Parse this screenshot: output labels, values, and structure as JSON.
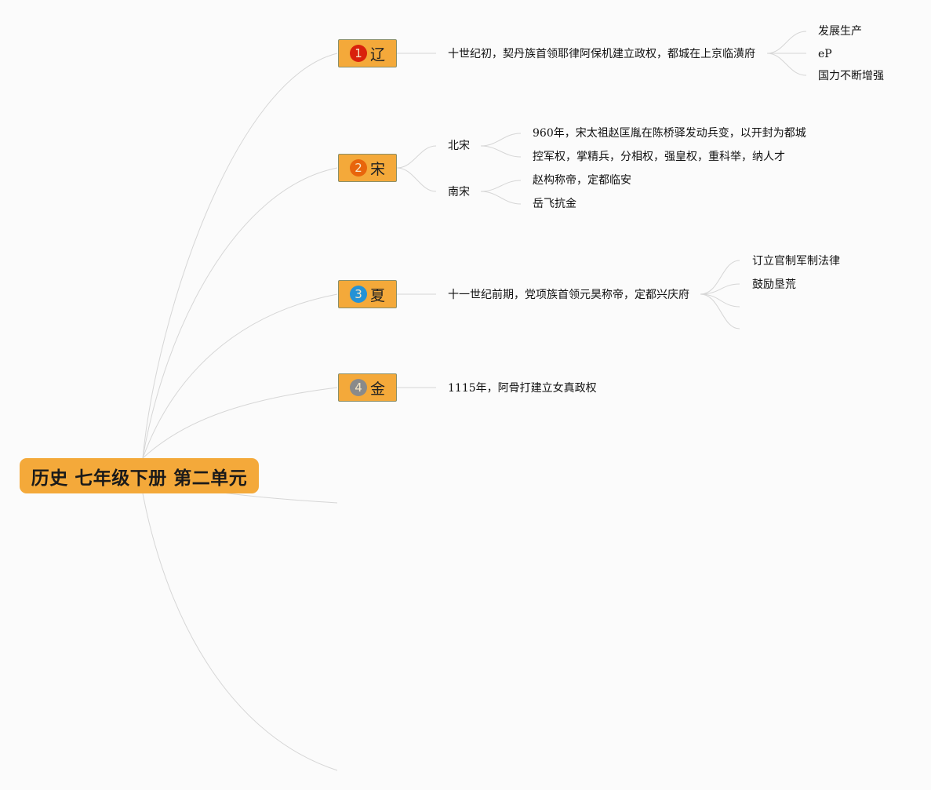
{
  "root": {
    "label": "历史 七年级下册 第二单元"
  },
  "branches": [
    {
      "number": "1",
      "label": "辽",
      "badge_color": "#d9210c",
      "children": [
        {
          "text": "十世纪初，契丹族首领耶律阿保机建立政权，都城在上京临潢府"
        }
      ],
      "leaves": [
        "发展生产",
        "eP",
        "国力不断增强"
      ]
    },
    {
      "number": "2",
      "label": "宋",
      "badge_color": "#e8650c",
      "children": [
        {
          "text": "北宋",
          "leaves": [
            "960年，宋太祖赵匡胤在陈桥驿发动兵变，以开封为都城",
            "控军权，掌精兵，分相权，强皇权，重科举，纳人才"
          ]
        },
        {
          "text": "南宋",
          "leaves": [
            "赵构称帝，定都临安",
            "岳飞抗金"
          ]
        }
      ]
    },
    {
      "number": "3",
      "label": "夏",
      "badge_color": "#2492d6",
      "children": [
        {
          "text": "十一世纪前期，党项族首领元昊称帝，定都兴庆府"
        }
      ],
      "leaves": [
        "订立官制军制法律",
        "鼓励垦荒"
      ]
    },
    {
      "number": "4",
      "label": "金",
      "badge_color": "#8a8a8a",
      "children": [
        {
          "text": "1115年，阿骨打建立女真政权"
        }
      ]
    }
  ],
  "colors": {
    "node_fill": "#f4a93a",
    "link_stroke": "#d6d6d6",
    "background": "#fbfbfb"
  }
}
